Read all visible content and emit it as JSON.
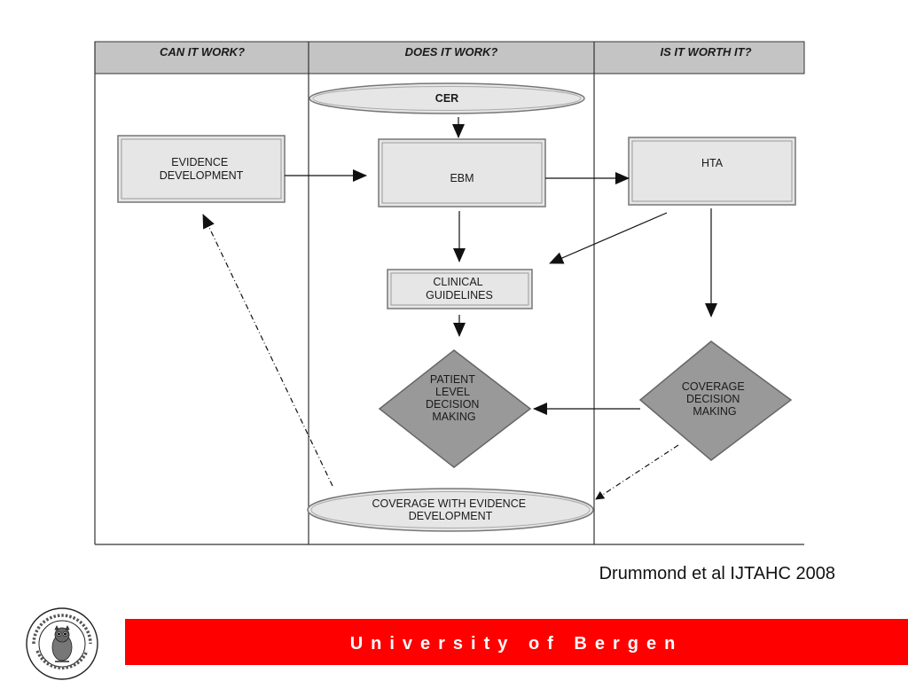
{
  "columns": [
    {
      "title": "CAN IT WORK?"
    },
    {
      "title": "DOES IT WORK?"
    },
    {
      "title": "IS IT WORTH IT?"
    }
  ],
  "nodes": {
    "cer": "CER",
    "evidence_development": [
      "EVIDENCE",
      "DEVELOPMENT"
    ],
    "ebm": "EBM",
    "hta": "HTA",
    "clinical_guidelines": [
      "CLINICAL",
      "GUIDELINES"
    ],
    "patient_level_decision_making": [
      "PATIENT",
      "LEVEL",
      "DECISION",
      "MAKING"
    ],
    "coverage_decision_making": [
      "COVERAGE",
      "DECISION",
      "MAKING"
    ],
    "coverage_with_evidence_development": [
      "COVERAGE WITH EVIDENCE",
      "DEVELOPMENT"
    ]
  },
  "citation": "Drummond et al IJTAHC 2008",
  "footer": {
    "university": "University of Bergen",
    "seal_lettering": "UNIVERSITAS BERGENSIS"
  },
  "colors": {
    "header_fill": "#c4c4c4",
    "box_fill": "#e6e6e6",
    "diamond_fill": "#999999",
    "footer_red": "#ff0000"
  }
}
